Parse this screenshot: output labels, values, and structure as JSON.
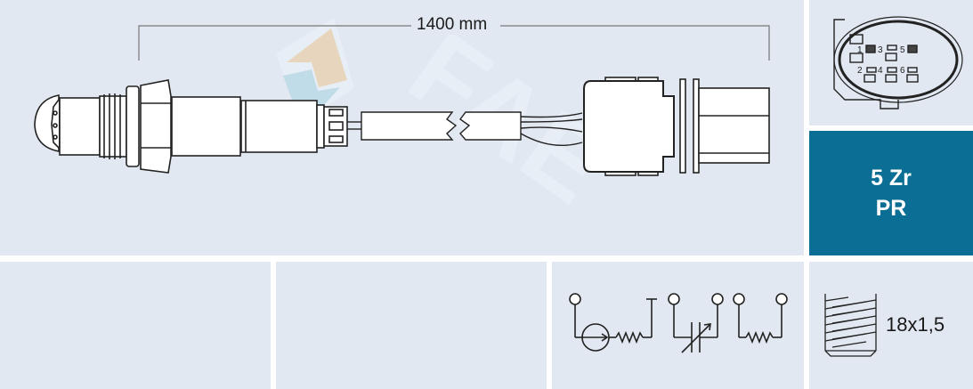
{
  "product": {
    "cable_length": "1400 mm",
    "sensor_type_line1": "5 Zr",
    "sensor_type_line2": "PR",
    "thread_spec": "18x1,5"
  },
  "connector": {
    "pin_labels": [
      "1",
      "2",
      "3",
      "4",
      "5",
      "6"
    ],
    "pin_count": 6
  },
  "circuit": {
    "symbols": [
      "current-source-with-resistor",
      "variable-resistor",
      "heater-resistor"
    ]
  },
  "colors": {
    "panel_bg": "#e1e8f1",
    "accent_blue": "#0b6e94",
    "watermark_orange": "#e9d3b4",
    "watermark_blue": "#bcdbe8"
  },
  "watermark": "FAE"
}
